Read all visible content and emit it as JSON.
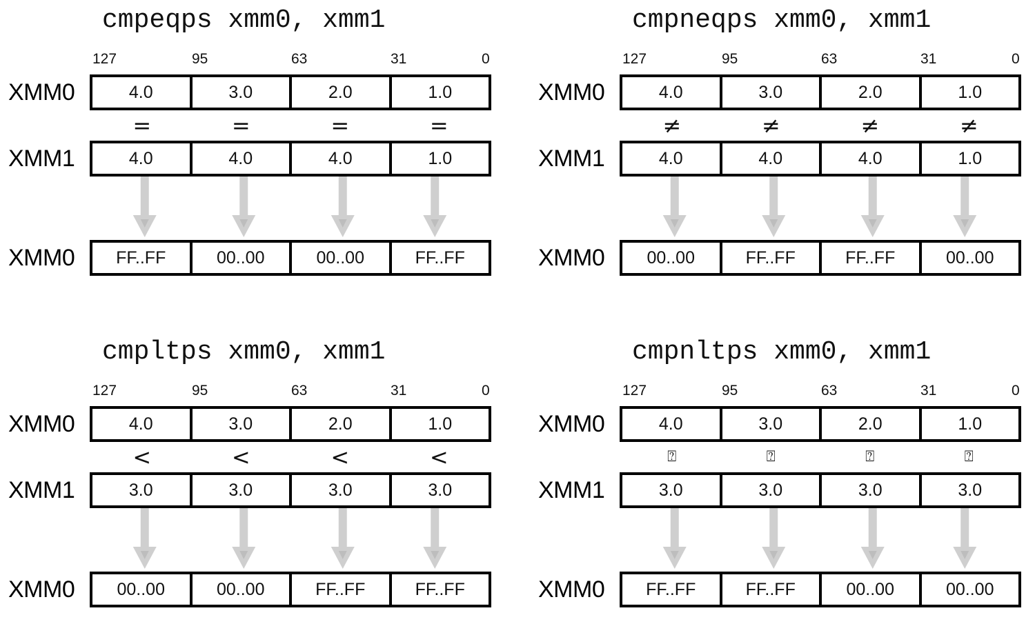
{
  "panels": [
    {
      "title": "cmpeqps xmm0, xmm1",
      "bits": [
        "127",
        "95",
        "63",
        "31",
        "0"
      ],
      "src": {
        "label": "XMM0",
        "cells": [
          "4.0",
          "3.0",
          "2.0",
          "1.0"
        ]
      },
      "ops": [
        "=",
        "=",
        "=",
        "="
      ],
      "cmp": {
        "label": "XMM1",
        "cells": [
          "4.0",
          "4.0",
          "4.0",
          "1.0"
        ]
      },
      "result": {
        "label": "XMM0",
        "cells": [
          "FF..FF",
          "00..00",
          "00..00",
          "FF..FF"
        ]
      }
    },
    {
      "title": "cmpneqps xmm0, xmm1",
      "bits": [
        "127",
        "95",
        "63",
        "31",
        "0"
      ],
      "src": {
        "label": "XMM0",
        "cells": [
          "4.0",
          "3.0",
          "2.0",
          "1.0"
        ]
      },
      "ops": [
        "≠",
        "≠",
        "≠",
        "≠"
      ],
      "cmp": {
        "label": "XMM1",
        "cells": [
          "4.0",
          "4.0",
          "4.0",
          "1.0"
        ]
      },
      "result": {
        "label": "XMM0",
        "cells": [
          "00..00",
          "FF..FF",
          "FF..FF",
          "00..00"
        ]
      }
    },
    {
      "title": "cmpltps xmm0, xmm1",
      "bits": [
        "127",
        "95",
        "63",
        "31",
        "0"
      ],
      "src": {
        "label": "XMM0",
        "cells": [
          "4.0",
          "3.0",
          "2.0",
          "1.0"
        ]
      },
      "ops": [
        "<",
        "<",
        "<",
        "<"
      ],
      "cmp": {
        "label": "XMM1",
        "cells": [
          "3.0",
          "3.0",
          "3.0",
          "3.0"
        ]
      },
      "result": {
        "label": "XMM0",
        "cells": [
          "00..00",
          "00..00",
          "FF..FF",
          "FF..FF"
        ]
      }
    },
    {
      "title": "cmpnltps xmm0, xmm1",
      "bits": [
        "127",
        "95",
        "63",
        "31",
        "0"
      ],
      "src": {
        "label": "XMM0",
        "cells": [
          "4.0",
          "3.0",
          "2.0",
          "1.0"
        ]
      },
      "ops": [
        "⍰",
        "⍰",
        "⍰",
        "⍰"
      ],
      "cmp": {
        "label": "XMM1",
        "cells": [
          "3.0",
          "3.0",
          "3.0",
          "3.0"
        ]
      },
      "result": {
        "label": "XMM0",
        "cells": [
          "FF..FF",
          "FF..FF",
          "00..00",
          "00..00"
        ]
      }
    }
  ],
  "colors": {
    "border": "#000000",
    "arrow": "#cfcfcf",
    "arrow_head": "#bdbdbd"
  }
}
